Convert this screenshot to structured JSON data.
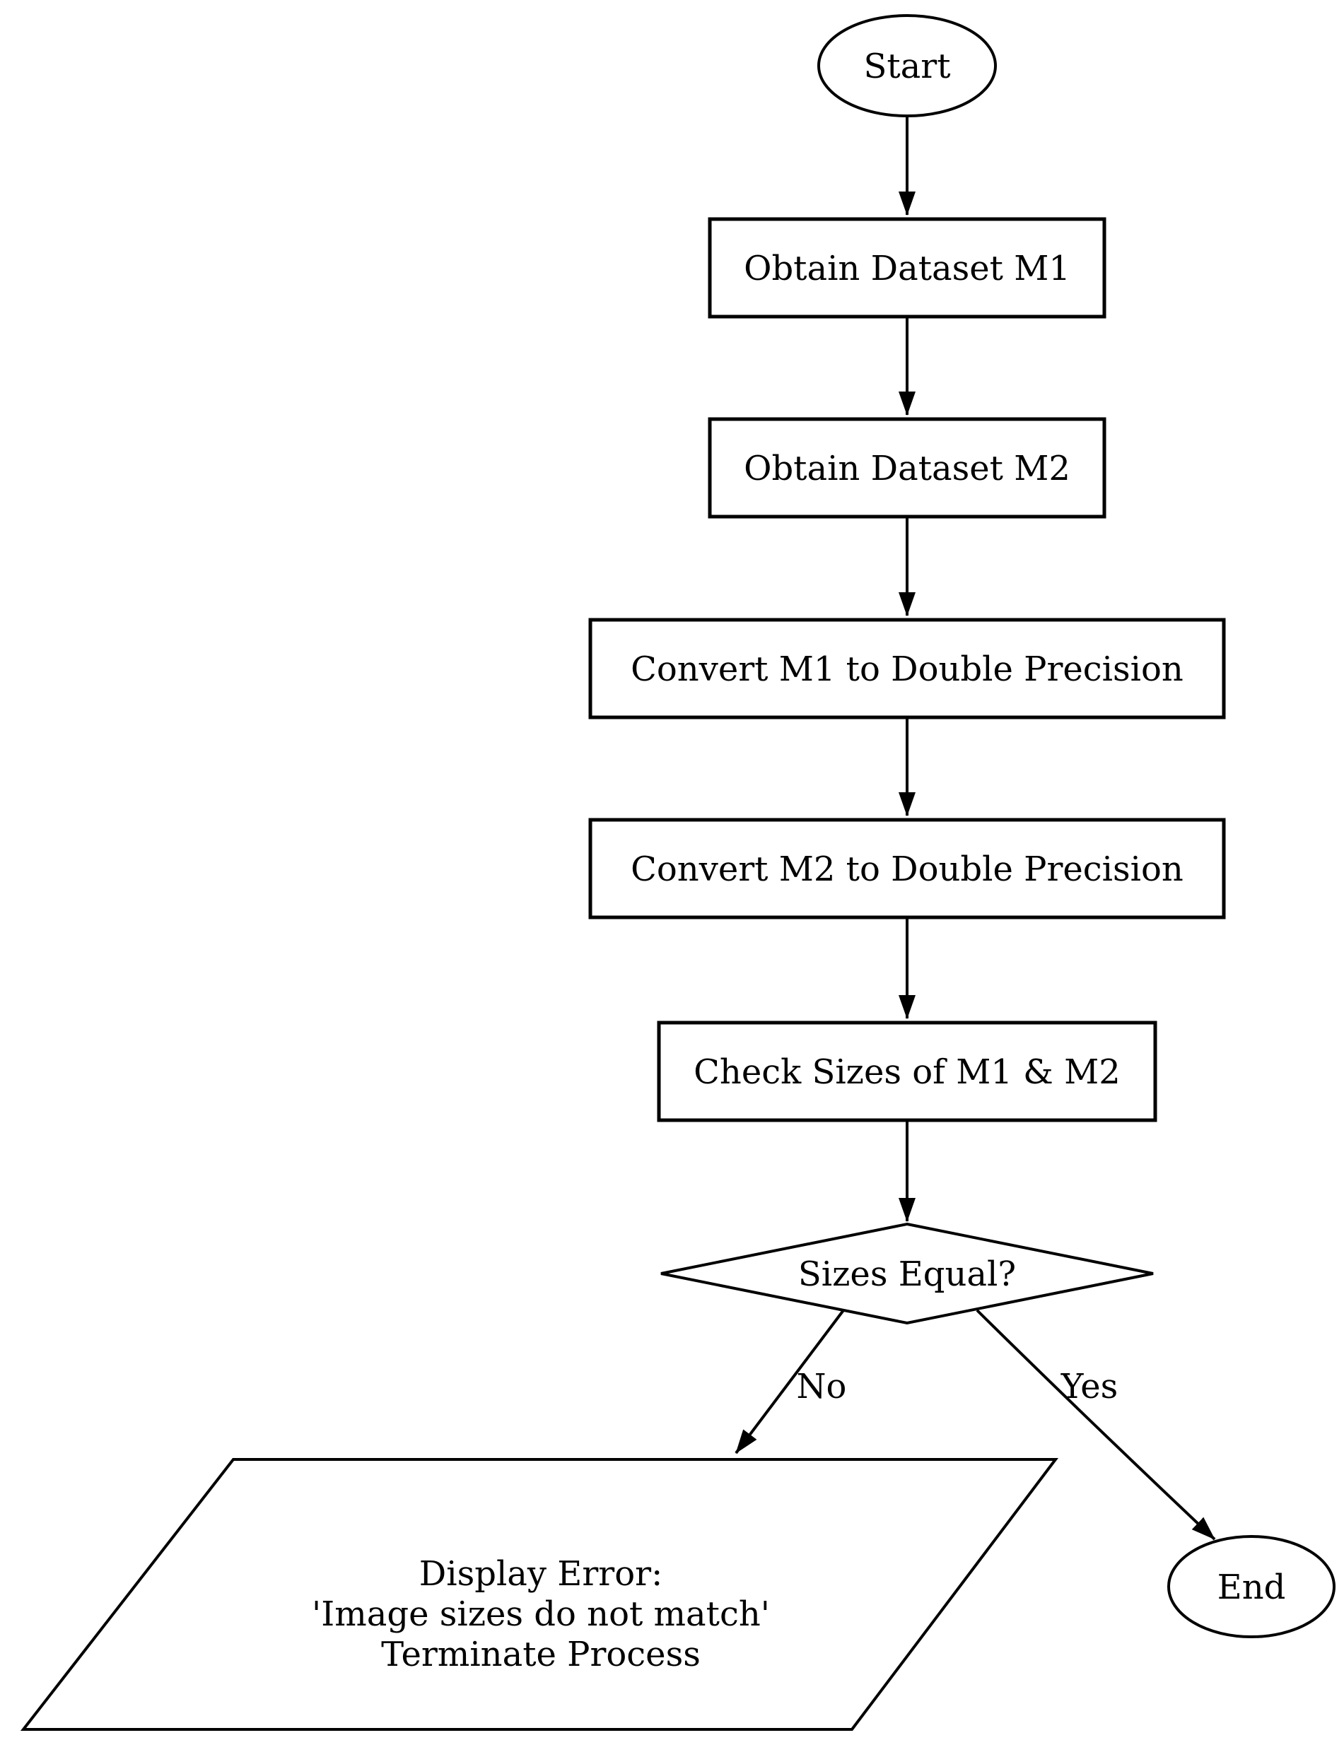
{
  "diagram": {
    "type": "flowchart",
    "background_color": "#ffffff",
    "stroke_color": "#000000",
    "text_color": "#000000",
    "nodes": [
      {
        "id": "start",
        "type": "terminator",
        "label": "Start"
      },
      {
        "id": "obtain_m1",
        "type": "process",
        "label": "Obtain Dataset M1"
      },
      {
        "id": "obtain_m2",
        "type": "process",
        "label": "Obtain Dataset M2"
      },
      {
        "id": "convert_m1",
        "type": "process",
        "label": "Convert M1 to Double Precision"
      },
      {
        "id": "convert_m2",
        "type": "process",
        "label": "Convert M2 to Double Precision"
      },
      {
        "id": "check_sizes",
        "type": "process",
        "label": "Check Sizes of M1 & M2"
      },
      {
        "id": "sizes_equal",
        "type": "decision",
        "label": "Sizes Equal?"
      },
      {
        "id": "display_error",
        "type": "input-output",
        "lines": [
          "Display Error:",
          "'Image sizes do not match'",
          "Terminate Process"
        ]
      },
      {
        "id": "end",
        "type": "terminator",
        "label": "End"
      }
    ],
    "edges": [
      {
        "from": "start",
        "to": "obtain_m1",
        "label": ""
      },
      {
        "from": "obtain_m1",
        "to": "obtain_m2",
        "label": ""
      },
      {
        "from": "obtain_m2",
        "to": "convert_m1",
        "label": ""
      },
      {
        "from": "convert_m1",
        "to": "convert_m2",
        "label": ""
      },
      {
        "from": "convert_m2",
        "to": "check_sizes",
        "label": ""
      },
      {
        "from": "check_sizes",
        "to": "sizes_equal",
        "label": ""
      },
      {
        "from": "sizes_equal",
        "to": "display_error",
        "label": "No"
      },
      {
        "from": "sizes_equal",
        "to": "end",
        "label": "Yes"
      }
    ]
  }
}
